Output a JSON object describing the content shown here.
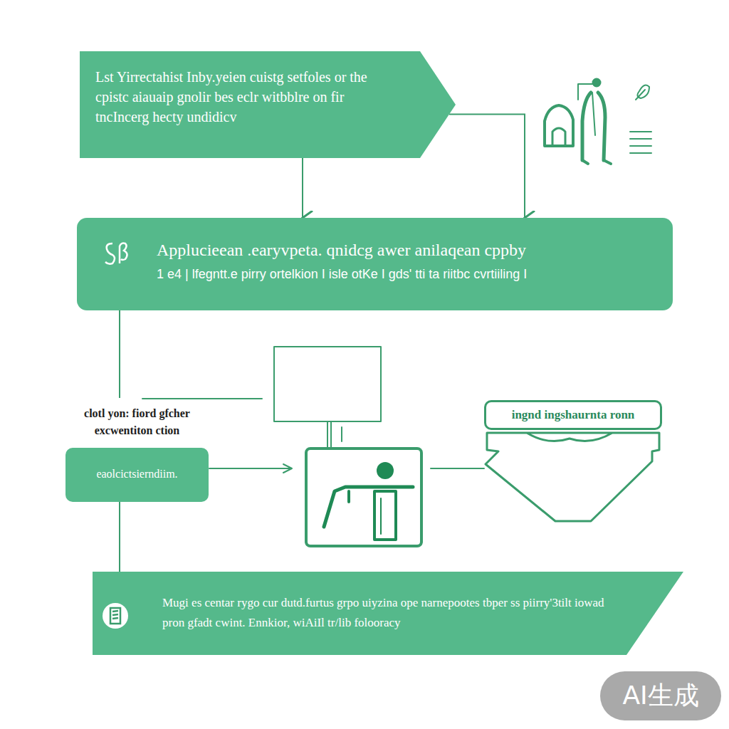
{
  "diagram": {
    "nodes": [
      {
        "text": [
          "Lst Yirrectahist Inby.yeien cuistg setfoles or the cpistc aiauaip gnolir bes eclr witbblre on fir tncIncerg hecty undidicv"
        ]
      },
      {
        "text": [
          "Applucieean .earyvpeta. qnidcg awer anilaqean cppby",
          "1 e4 | lfegntt.e pirry ortelkion  I isle otKe I gds' tti ta riitbc cvrtiiling I"
        ]
      },
      {
        "text": [
          "clotl yon: fiord gfcher excwentiton ction",
          "eaolcictsierndiim."
        ]
      },
      {
        "text": [
          "ingnd ingshaurnta ronn"
        ]
      },
      {
        "text": [
          "Mugi es centar rygo cur dutd.furtus grpo uiyzina ope  narnepootes tbper ss piirry'3tilt iowad pron gfadt cwint. Ennkior, wiAiIl tr/lib folooracy"
        ]
      }
    ],
    "edges": [
      {
        "from": 0,
        "to": 1,
        "arrow": "to"
      },
      {
        "from": 0,
        "to": 1,
        "arrow": "to"
      },
      {
        "from": 1,
        "to": 2,
        "arrow": "none"
      },
      {
        "from": 2,
        "to": 4,
        "arrow": "none"
      }
    ],
    "labels": [
      "AI生成"
    ]
  }
}
